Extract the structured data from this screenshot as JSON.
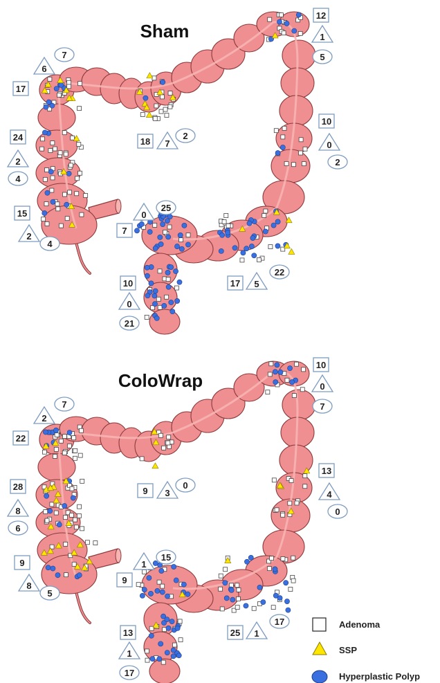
{
  "panels": [
    {
      "title": "Sham",
      "regions": [
        {
          "id": "cecum-top-left",
          "adenoma": "17",
          "ssp": "6",
          "hyperplastic": "7"
        },
        {
          "id": "ascending",
          "adenoma": "24",
          "ssp": "2",
          "hyperplastic": "4"
        },
        {
          "id": "cecum",
          "adenoma": "15",
          "ssp": "2",
          "hyperplastic": "4"
        },
        {
          "id": "transverse",
          "adenoma": "18",
          "ssp": "7",
          "hyperplastic": "2"
        },
        {
          "id": "splenic-flexure",
          "adenoma": "12",
          "ssp": "1",
          "hyperplastic": "5"
        },
        {
          "id": "descending",
          "adenoma": "10",
          "ssp": "0",
          "hyperplastic": "2"
        },
        {
          "id": "sigmoid-left",
          "adenoma": "7",
          "ssp": "0",
          "hyperplastic": "25"
        },
        {
          "id": "sigmoid-bottom",
          "adenoma": "17",
          "ssp": "5",
          "hyperplastic": "22"
        },
        {
          "id": "rectum",
          "adenoma": "10",
          "ssp": "0",
          "hyperplastic": "21"
        }
      ]
    },
    {
      "title": "ColoWrap",
      "regions": [
        {
          "id": "cecum-top-left",
          "adenoma": "22",
          "ssp": "2",
          "hyperplastic": "7"
        },
        {
          "id": "ascending",
          "adenoma": "28",
          "ssp": "8",
          "hyperplastic": "6"
        },
        {
          "id": "cecum",
          "adenoma": "9",
          "ssp": "8",
          "hyperplastic": "5"
        },
        {
          "id": "transverse",
          "adenoma": "9",
          "ssp": "3",
          "hyperplastic": "0"
        },
        {
          "id": "splenic-flexure",
          "adenoma": "10",
          "ssp": "0",
          "hyperplastic": "7"
        },
        {
          "id": "descending",
          "adenoma": "13",
          "ssp": "4",
          "hyperplastic": "0"
        },
        {
          "id": "sigmoid-left",
          "adenoma": "9",
          "ssp": "1",
          "hyperplastic": "15"
        },
        {
          "id": "sigmoid-bottom",
          "adenoma": "25",
          "ssp": "1",
          "hyperplastic": "17"
        },
        {
          "id": "rectum",
          "adenoma": "13",
          "ssp": "1",
          "hyperplastic": "17"
        }
      ]
    }
  ],
  "legend": {
    "adenoma": "Adenoma",
    "ssp": "SSP",
    "hyperplastic": "Hyperplastic Polyp"
  },
  "colors": {
    "colon_fill": "#f08f91",
    "colon_light": "#f6b4b3",
    "colon_stroke": "#8a3a3c",
    "ssp": "#ffe600",
    "hyperplastic": "#3a6fe0",
    "badge_stroke": "#7d9cc0"
  }
}
